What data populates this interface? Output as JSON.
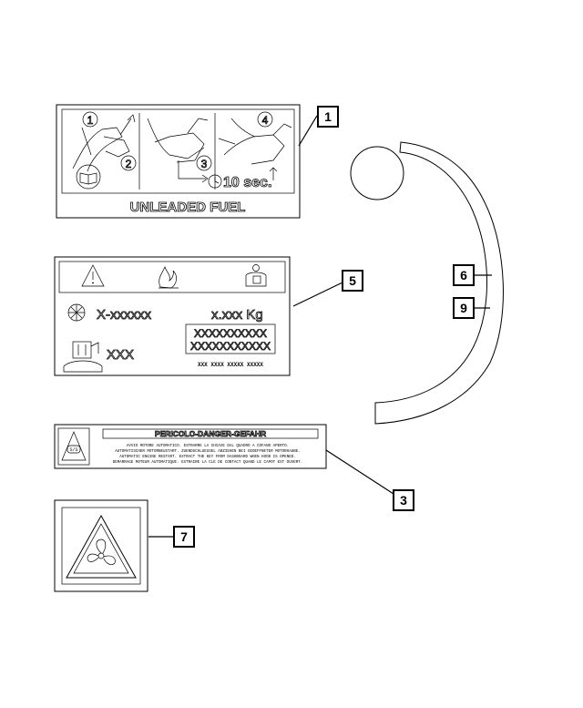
{
  "callouts": {
    "c1": "1",
    "c3": "3",
    "c5": "5",
    "c6": "6",
    "c7": "7",
    "c9": "9"
  },
  "fuel_label": {
    "step1": "1",
    "step2": "2",
    "step3": "3",
    "step4": "4",
    "time": "10 sec.",
    "title": "UNLEADED FUEL"
  },
  "ac_label": {
    "refrigerant": "X-xxxxxx",
    "charge": "x.xxx Kg",
    "oil": "XXX",
    "code_line1": "XXXXXXXXXX",
    "code_line2": "XXXXXXXXXXX",
    "footer": "XXX XXXX XXXXX XXXXX"
  },
  "danger_label": {
    "title": "PERICOLO-DANGER-GEFAHR",
    "lines": [
      "AVVIO MOTORE AUTOMATICO. ESTRARRE LA CHIAVE DAL QUADRO A COFANO APERTO.",
      "AUTOMATISCHER MOTORNEUSTART. ZUENDSCHLUESSEL ABZIEHEN BEI GEOEFFNETER MOTORHAUBE.",
      "AUTOMATIC ENGINE RESTART. EXTRACT THE KEY FROM DASHBOARD WHEN HOOD IS OPENED.",
      "DEMARRAGE MOTEUR AUTOMATIQUE. EXTRAIRE LA CLE DE CONTACT QUAND LE CAPOT EST OUVERT."
    ]
  }
}
